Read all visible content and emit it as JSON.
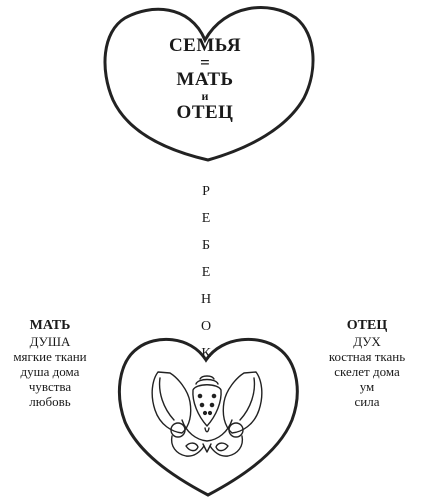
{
  "top_heart": {
    "line1": "СЕМЬЯ",
    "equals": "=",
    "line2": "МАТЬ",
    "conjunction": "и",
    "line3": "ОТЕЦ"
  },
  "vertical_word": {
    "letters": [
      "Р",
      "Е",
      "Б",
      "Е",
      "Н",
      "О",
      "К"
    ]
  },
  "mother_column": {
    "title": "МАТЬ",
    "items": [
      "ДУША",
      "мягкие ткани",
      "душа дома",
      "чувства",
      "любовь"
    ]
  },
  "father_column": {
    "title": "ОТЕЦ",
    "items": [
      "ДУХ",
      "костная ткань",
      "скелет дома",
      "ум",
      "сила"
    ]
  },
  "bottom_heart": {
    "content_icon": "pelvis-illustration"
  }
}
